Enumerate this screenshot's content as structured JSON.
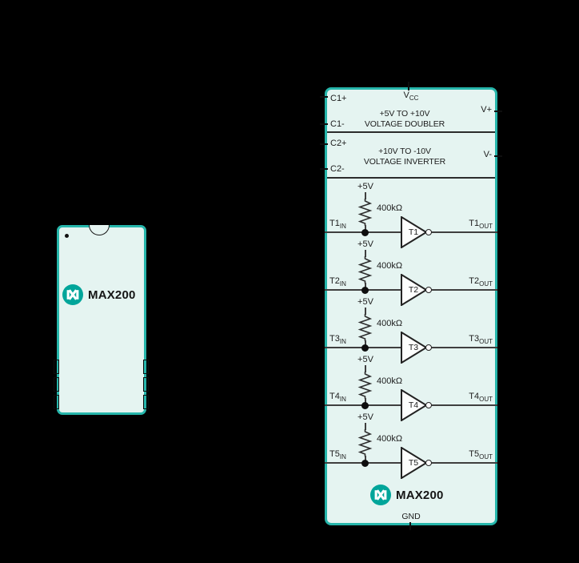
{
  "colors": {
    "background": "#000000",
    "chip_fill": "#e5f4f1",
    "chip_border": "#26b6ab",
    "logo_teal": "#00a59a",
    "line": "#3f3f3f",
    "text": "#1c1c1c"
  },
  "pin_diagram": {
    "part_label": "MAX200"
  },
  "functional_diagram": {
    "vcc_pin": {
      "main": "V",
      "sub": "CC"
    },
    "sections": [
      {
        "left_pins": [
          "C1+",
          "C1-"
        ],
        "right_pin": "V+",
        "title_line1": "+5V TO +10V",
        "title_line2": "VOLTAGE DOUBLER"
      },
      {
        "left_pins": [
          "C2+",
          "C2-"
        ],
        "right_pin": "V-",
        "title_line1": "+10V TO -10V",
        "title_line2": "VOLTAGE INVERTER"
      }
    ],
    "transmitters": [
      {
        "name": "T1",
        "supply": "+5V",
        "resistor": "400kΩ",
        "in_sub": "IN",
        "out_sub": "OUT"
      },
      {
        "name": "T2",
        "supply": "+5V",
        "resistor": "400kΩ",
        "in_sub": "IN",
        "out_sub": "OUT"
      },
      {
        "name": "T3",
        "supply": "+5V",
        "resistor": "400kΩ",
        "in_sub": "IN",
        "out_sub": "OUT"
      },
      {
        "name": "T4",
        "supply": "+5V",
        "resistor": "400kΩ",
        "in_sub": "IN",
        "out_sub": "OUT"
      },
      {
        "name": "T5",
        "supply": "+5V",
        "resistor": "400kΩ",
        "in_sub": "IN",
        "out_sub": "OUT"
      }
    ],
    "part_label": "MAX200",
    "ground_pin": "GND"
  }
}
